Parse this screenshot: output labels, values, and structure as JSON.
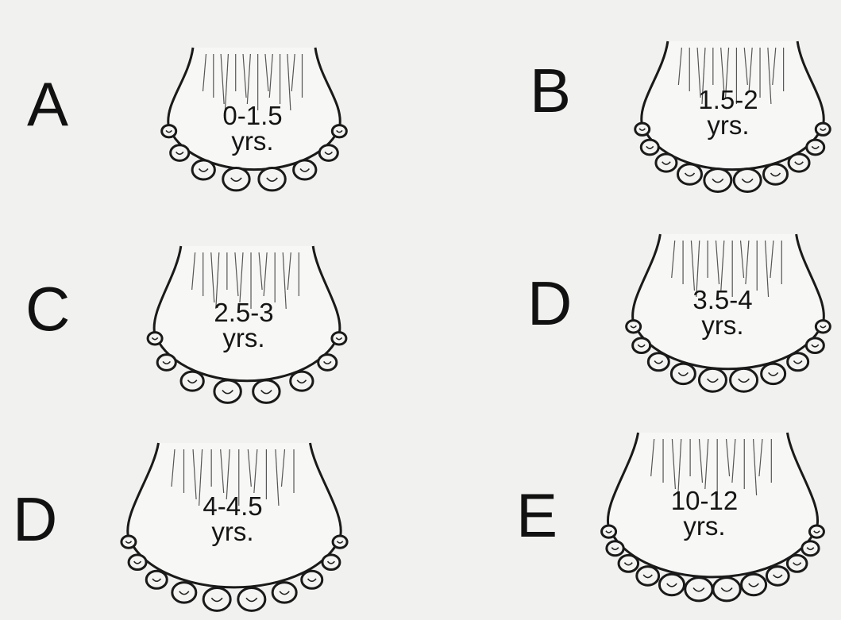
{
  "panels": [
    {
      "letter": "A",
      "age_line1": "0-1.5",
      "age_line2": "yrs.",
      "teeth": 8
    },
    {
      "letter": "B",
      "age_line1": "1.5-2",
      "age_line2": "yrs.",
      "teeth": 10
    },
    {
      "letter": "C",
      "age_line1": "2.5-3",
      "age_line2": "yrs.",
      "teeth": 8
    },
    {
      "letter": "D",
      "age_line1": "3.5-4",
      "age_line2": "yrs.",
      "teeth": 10
    },
    {
      "letter": "D",
      "age_line1": "4-4.5",
      "age_line2": "yrs.",
      "teeth": 10
    },
    {
      "letter": "E",
      "age_line1": "10-12",
      "age_line2": "yrs.",
      "teeth": 12
    }
  ],
  "colors": {
    "ink": "#151515",
    "paper": "#f1f1ef"
  }
}
